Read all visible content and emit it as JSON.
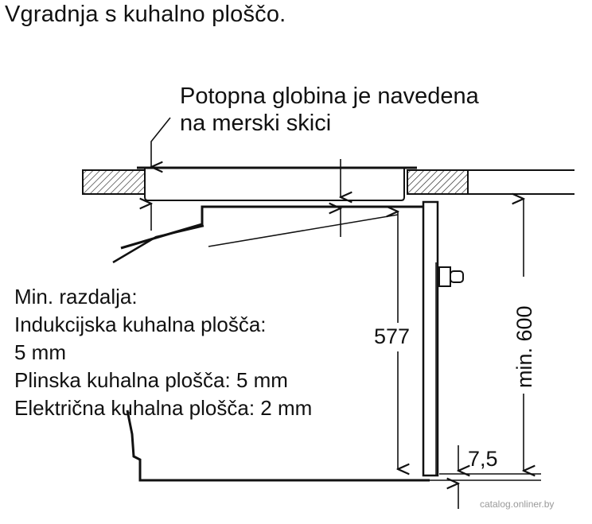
{
  "title": "Vgradnja s kuhalno ploščo.",
  "callout": {
    "line1": "Potopna globina je navedena",
    "line2": "na merski skici"
  },
  "min_distance": {
    "heading": "Min. razdalja:",
    "induction_label": "Indukcijska kuhalna plošča:",
    "induction_value": "5 mm",
    "gas": "Plinska kuhalna plošča: 5 mm",
    "electric": "Električna kuhalna plošča: 2 mm"
  },
  "dimensions": {
    "oven_height": "577",
    "niche_height": "min. 600",
    "gap": "7,5"
  },
  "watermark": "catalog.onliner.by"
}
